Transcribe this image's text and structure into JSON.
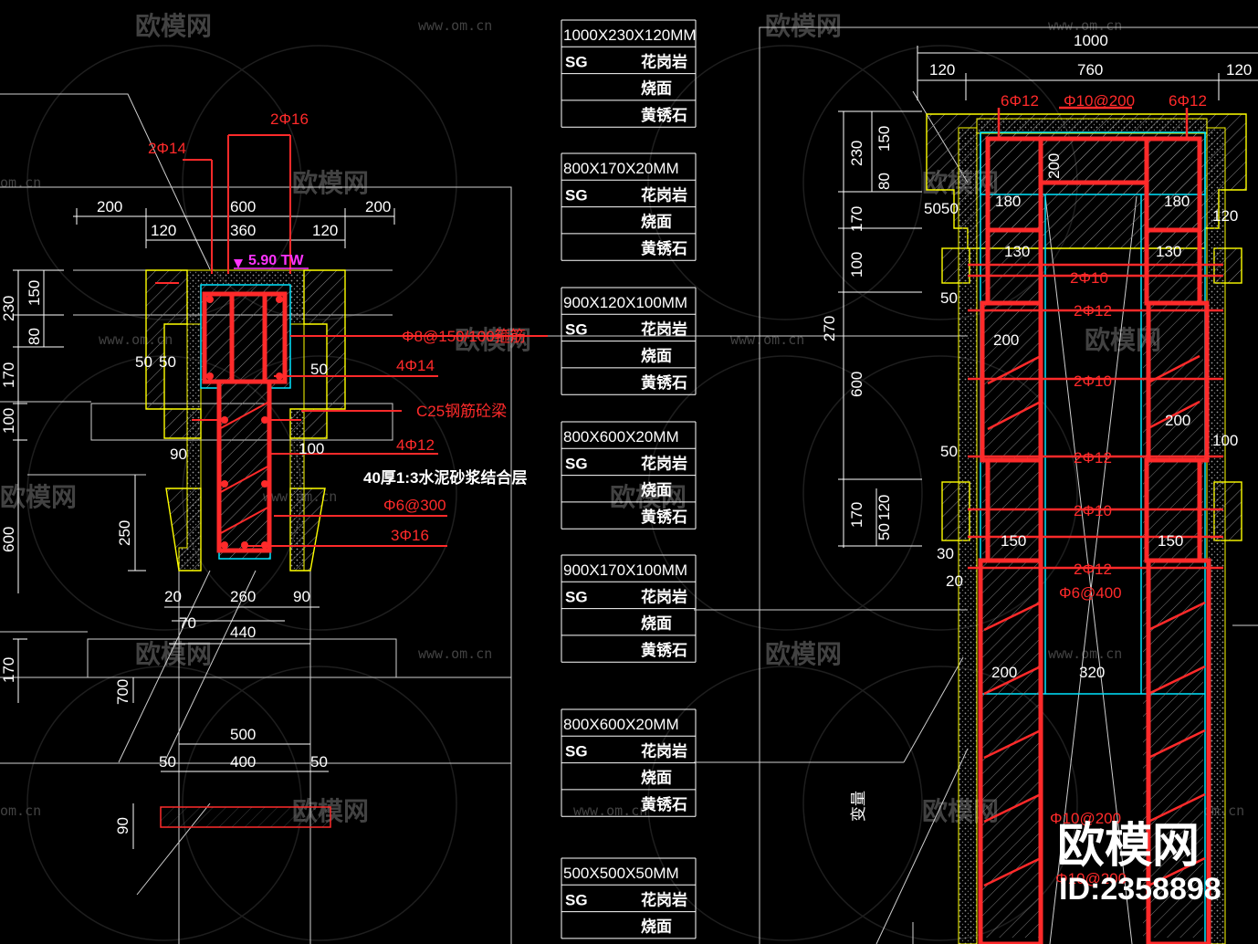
{
  "colors": {
    "background": "#000000",
    "rebar": "#ff2a2a",
    "cover": "#00e5ff",
    "outline": "#ffff00",
    "lines": "#ffffff",
    "level": "#ff33ff"
  },
  "watermarks": {
    "brand": "欧模网",
    "url": "www.om.cn",
    "url_short": "om.cn",
    "logo_text": "欧模网",
    "id": "ID:2358898"
  },
  "left_section": {
    "dims_top": [
      "200",
      "600",
      "200"
    ],
    "dims_top2": [
      "120",
      "360",
      "120"
    ],
    "level": "5.90 TW",
    "rebar_top_a": "2Φ16",
    "rebar_top_b": "2Φ14",
    "left_dims_v": [
      "230",
      "150",
      "80",
      "170",
      "100",
      "600",
      "250",
      "170",
      "700",
      "90"
    ],
    "mid_dims": [
      "50",
      "50",
      "50",
      "90",
      "100"
    ],
    "callouts": [
      "Φ8@150/100箍筋",
      "4Φ14",
      "C25钢筋砼梁",
      "4Φ12",
      "40厚1:3水泥砂浆结合层",
      "Φ6@300",
      "3Φ16"
    ],
    "bottom_dims": [
      "20",
      "260",
      "90",
      "70",
      "440"
    ],
    "base_dims": [
      "500",
      "50",
      "400",
      "50"
    ]
  },
  "schedule": [
    {
      "size": "1000X230X120MM",
      "code": "SG",
      "rows": [
        "花岗岩",
        "烧面",
        "黄锈石"
      ]
    },
    {
      "size": "800X170X20MM",
      "code": "SG",
      "rows": [
        "花岗岩",
        "烧面",
        "黄锈石"
      ]
    },
    {
      "size": "900X120X100MM",
      "code": "SG",
      "rows": [
        "花岗岩",
        "烧面",
        "黄锈石"
      ]
    },
    {
      "size": "800X600X20MM",
      "code": "SG",
      "rows": [
        "花岗岩",
        "烧面",
        "黄锈石"
      ]
    },
    {
      "size": "900X170X100MM",
      "code": "SG",
      "rows": [
        "花岗岩",
        "烧面",
        "黄锈石"
      ]
    },
    {
      "size": "800X600X20MM",
      "code": "SG",
      "rows": [
        "花岗岩",
        "烧面",
        "黄锈石"
      ]
    },
    {
      "size": "500X500X50MM",
      "code": "SG",
      "rows": [
        "花岗岩",
        "烧面"
      ]
    }
  ],
  "right_elevation": {
    "dims_top": [
      "1000",
      "120",
      "760",
      "120"
    ],
    "rebar_top": [
      "6Φ12",
      "Φ10@200",
      "6Φ12"
    ],
    "left_dims_v": [
      "230",
      "150",
      "80",
      "170",
      "100",
      "270",
      "600",
      "170",
      "120",
      "50"
    ],
    "side_dims": [
      "5050",
      "50",
      "50",
      "30",
      "20"
    ],
    "inner_dims": [
      "200",
      "180",
      "180",
      "130",
      "130",
      "120",
      "200",
      "200",
      "100",
      "150",
      "150",
      "200",
      "320"
    ],
    "rebar_mid": [
      "2Φ10",
      "2Φ12",
      "2Φ10",
      "2Φ12",
      "2Φ10",
      "2Φ12",
      "Φ6@400",
      "Φ10@200",
      "Φ10@200"
    ],
    "var_label": "变量"
  }
}
